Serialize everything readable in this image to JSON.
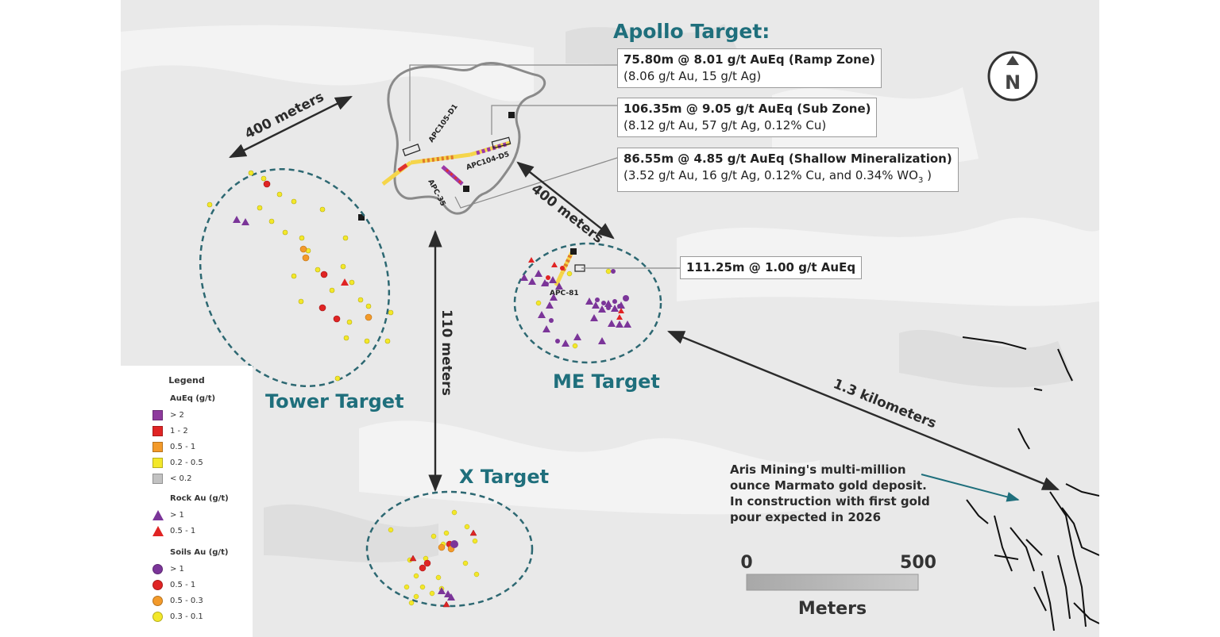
{
  "apollo": {
    "title": "Apollo Target:",
    "callouts": [
      {
        "line1": "75.80m @ 8.01 g/t AuEq (Ramp Zone)",
        "line2": "(8.06 g/t Au, 15 g/t Ag)"
      },
      {
        "line1": "106.35m @ 9.05 g/t AuEq (Sub Zone)",
        "line2": "(8.12 g/t Au, 57 g/t Ag, 0.12% Cu)"
      },
      {
        "line1": "86.55m @ 4.85 g/t AuEq (Shallow Mineralization)",
        "line2": "(3.52 g/t Au, 16 g/t Ag, 0.12% Cu, and 0.34% WO",
        "line2_sub": "3",
        "line2_end": " )"
      }
    ],
    "drill_holes": [
      "APC105-D1",
      "APC104-D5",
      "APC-35"
    ]
  },
  "me": {
    "title": "ME Target",
    "callout": "111.25m @ 1.00 g/t AuEq",
    "drill_hole": "APC-81"
  },
  "tower": {
    "title": "Tower Target"
  },
  "x": {
    "title": "X Target"
  },
  "distances": {
    "d1": "400 meters",
    "d2": "400 meters",
    "d3": "110 meters",
    "d4": "1.3 kilometers"
  },
  "marmato_note": {
    "lines": [
      "Aris Mining's multi-million",
      "ounce Marmato gold deposit.",
      "In construction with first gold",
      "pour expected in 2026"
    ]
  },
  "north": "N",
  "scale": {
    "start": "0",
    "end": "500",
    "unit": "Meters"
  },
  "legend": {
    "title": "Legend",
    "sections": [
      {
        "title": "AuEq (g/t)",
        "items": [
          {
            "label": "> 2",
            "color": "#8e3a9d"
          },
          {
            "label": "1 - 2",
            "color": "#e02424"
          },
          {
            "label": "0.5 - 1",
            "color": "#f39a2a"
          },
          {
            "label": "0.2 - 0.5",
            "color": "#f3e82a"
          },
          {
            "label": "< 0.2",
            "color": "#c2c2c2"
          }
        ]
      },
      {
        "title": "Rock Au (g/t)",
        "items": [
          {
            "label": "> 1",
            "color": "#7b3599"
          },
          {
            "label": "0.5 - 1",
            "color": "#e02424"
          }
        ]
      },
      {
        "title": "Soils Au (g/t)",
        "items": [
          {
            "label": "> 1",
            "color": "#7b3599"
          },
          {
            "label": "0.5 - 1",
            "color": "#e02424"
          },
          {
            "label": "0.5 - 0.3",
            "color": "#f39a2a"
          },
          {
            "label": "0.3 - 0.1",
            "color": "#f3e82a"
          }
        ]
      }
    ]
  },
  "colors": {
    "teal": "#1f6f7c",
    "ellipse": "#2d6872"
  }
}
